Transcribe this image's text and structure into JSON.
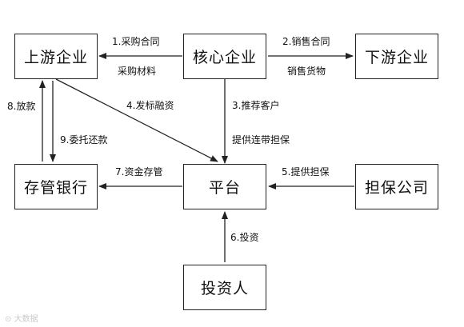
{
  "nodes": {
    "upstream": "上游企业",
    "core": "核心企业",
    "downstream": "下游企业",
    "bank": "存管银行",
    "platform": "平台",
    "guarantor": "担保公司",
    "investor": "投资人"
  },
  "edges": {
    "e1_top": "1.采购合同",
    "e1_bottom": "采购材料",
    "e2_top": "2.销售合同",
    "e2_bottom": "销售货物",
    "e3_top": "3.推荐客户",
    "e3_bottom": "提供连带担保",
    "e4": "4.发标融资",
    "e5": "5.提供担保",
    "e6": "6.投资",
    "e7": "7.资金存管",
    "e8": "8.放款",
    "e9": "9.委托还款"
  },
  "watermark": "大数据"
}
